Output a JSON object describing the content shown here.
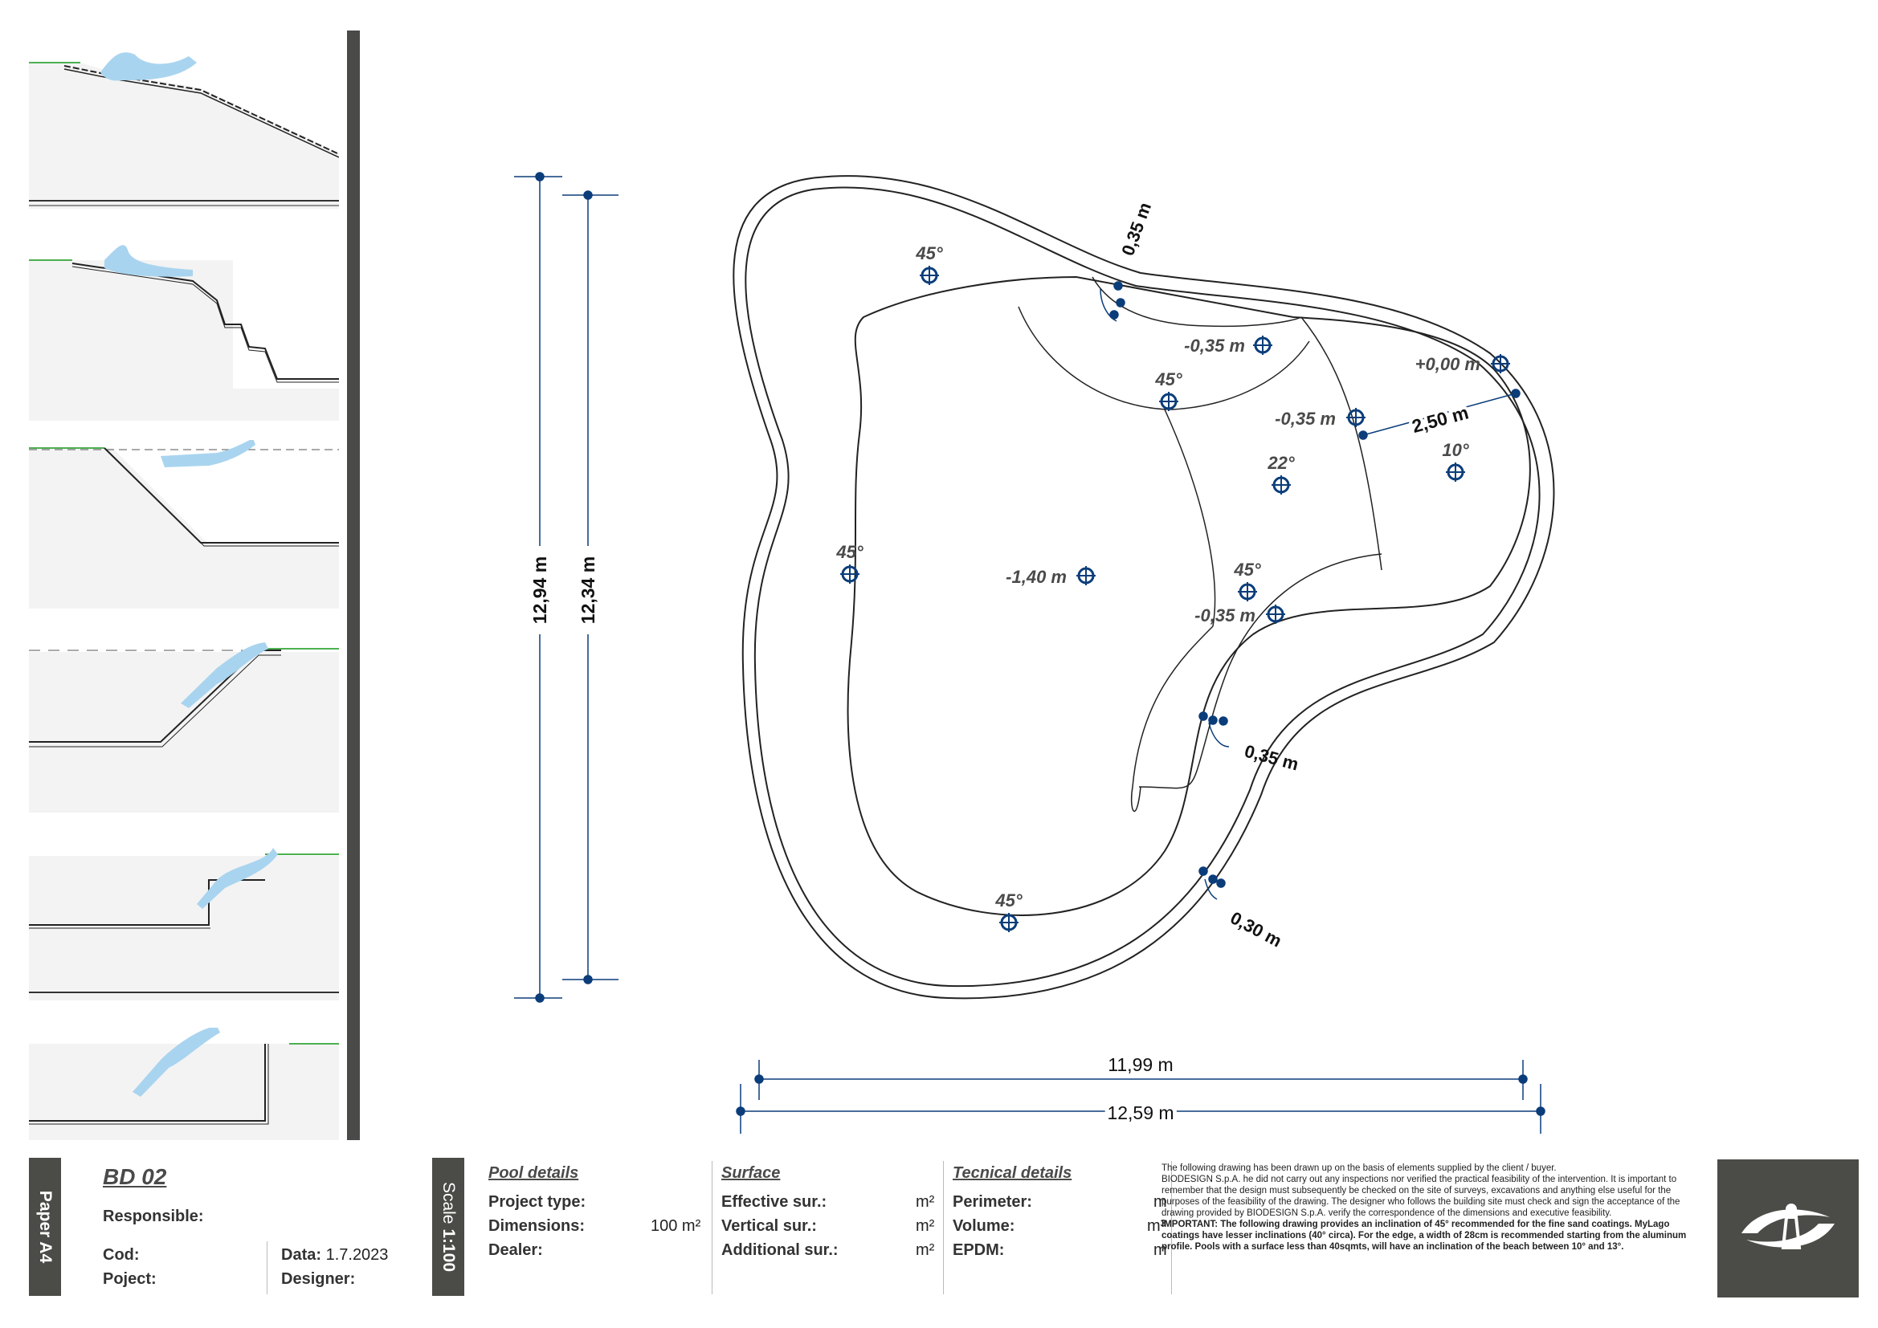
{
  "sections": [
    {
      "name": "beach-entry"
    },
    {
      "name": "steps-entry"
    },
    {
      "name": "slope-45"
    },
    {
      "name": "slope-shelf"
    },
    {
      "name": "wall-shelf"
    },
    {
      "name": "vertical-wall"
    }
  ],
  "dimensions": {
    "height_outer": "12,94 m",
    "height_inner": "12,34 m",
    "width_inner": "11,99 m",
    "width_outer": "12,59 m",
    "width_zone": "2,50 m",
    "edge_top": "0,35 m",
    "edge_right": "0,35 m",
    "edge_bottom": "0,30 m"
  },
  "labels": {
    "angle_top_left": "45°",
    "angle_shelf_top": "45°",
    "angle_left": "45°",
    "angle_bottom": "45°",
    "angle_shelf_right": "45°",
    "angle_mid": "22°",
    "angle_beach": "10°",
    "depth_shelf_top": "-0,35 m",
    "depth_mid": "-0,35 m",
    "depth_beach": "+0,00 m",
    "depth_main": "-1,40 m",
    "depth_shelf_right": "-0,35 m"
  },
  "footer": {
    "paper": "Paper A4",
    "code": "BD 02",
    "responsible": "Responsible:",
    "cod": "Cod:",
    "project": "Poject:",
    "date_label": "Data:",
    "date_value": "1.7.2023",
    "designer": "Designer:",
    "scale_label": "Scale",
    "scale_value": "1:100",
    "pool_details": {
      "title": "Pool details",
      "project_type": "Project type:",
      "dimensions": "Dimensions:",
      "dimensions_value": "100 m²",
      "dealer": "Dealer:"
    },
    "surface": {
      "title": "Surface",
      "effective": "Effective sur.:",
      "vertical": "Vertical sur.:",
      "additional": "Additional sur.:",
      "unit": "m²"
    },
    "technical": {
      "title": "Tecnical details",
      "perimeter": "Perimeter:",
      "perimeter_unit": "m",
      "volume": "Volume:",
      "volume_unit": "m³",
      "epdm": "EPDM:",
      "epdm_unit": "m"
    },
    "disclaimer_1": "The following drawing has been drawn up on the basis of elements supplied by the client / buyer.",
    "disclaimer_2": "BIODESIGN S.p.A. he did not carry out any inspections nor verified the practical feasibility of the intervention. It is important to remember that the design must subsequently be checked on the site of surveys, excavations and anything else useful for the purposes of the feasibility of the drawing. The designer who follows the building site must check and sign the acceptance of the drawing provided by BIODESIGN S.p.A. verify the correspondence of the dimensions and executive feasibility.",
    "disclaimer_3": "IMPORTANT: The following drawing provides an inclination of 45° recommended for the fine sand coatings. MyLago coatings have lesser inclinations (40° circa). For the edge, a width of 28cm is recommended starting from the aluminum profile. Pools with a surface less than 40sqmts, will have an inclination of the beach between 10° and 13°."
  },
  "colors": {
    "accent_blue": "#0b3d7a",
    "swimmer_blue": "#a9d4ef",
    "dark_panel": "#4b4b47",
    "grass": "#4caf50"
  }
}
